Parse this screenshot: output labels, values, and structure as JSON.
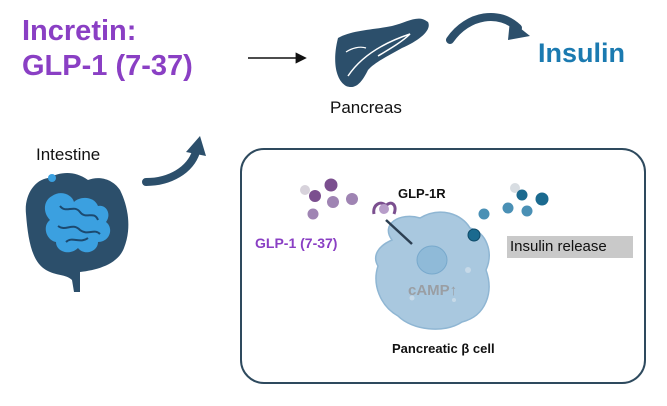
{
  "title": {
    "line1": "Incretin:",
    "line2": "GLP-1 (7-37)"
  },
  "labels": {
    "pancreas": "Pancreas",
    "insulin": "Insulin",
    "intestine": "Intestine"
  },
  "cell_panel": {
    "receptor": "GLP-1R",
    "hormone": "GLP-1 (7-37)",
    "insulin_release": "Insulin release",
    "second_messenger": "cAMP↑",
    "cell_name": "Pancreatic β cell"
  },
  "colors": {
    "purple": "#8a3fc4",
    "blue": "#1b7ab0",
    "navy_organ": "#2c4f6b",
    "intestine_light": "#3ba0e0",
    "cell_fill": "#a9c8df",
    "box_border": "#2e4a5e"
  },
  "icons": [
    "pancreas-icon",
    "intestine-icon",
    "curved-arrow-icon",
    "straight-arrow-icon",
    "receptor-icon"
  ]
}
